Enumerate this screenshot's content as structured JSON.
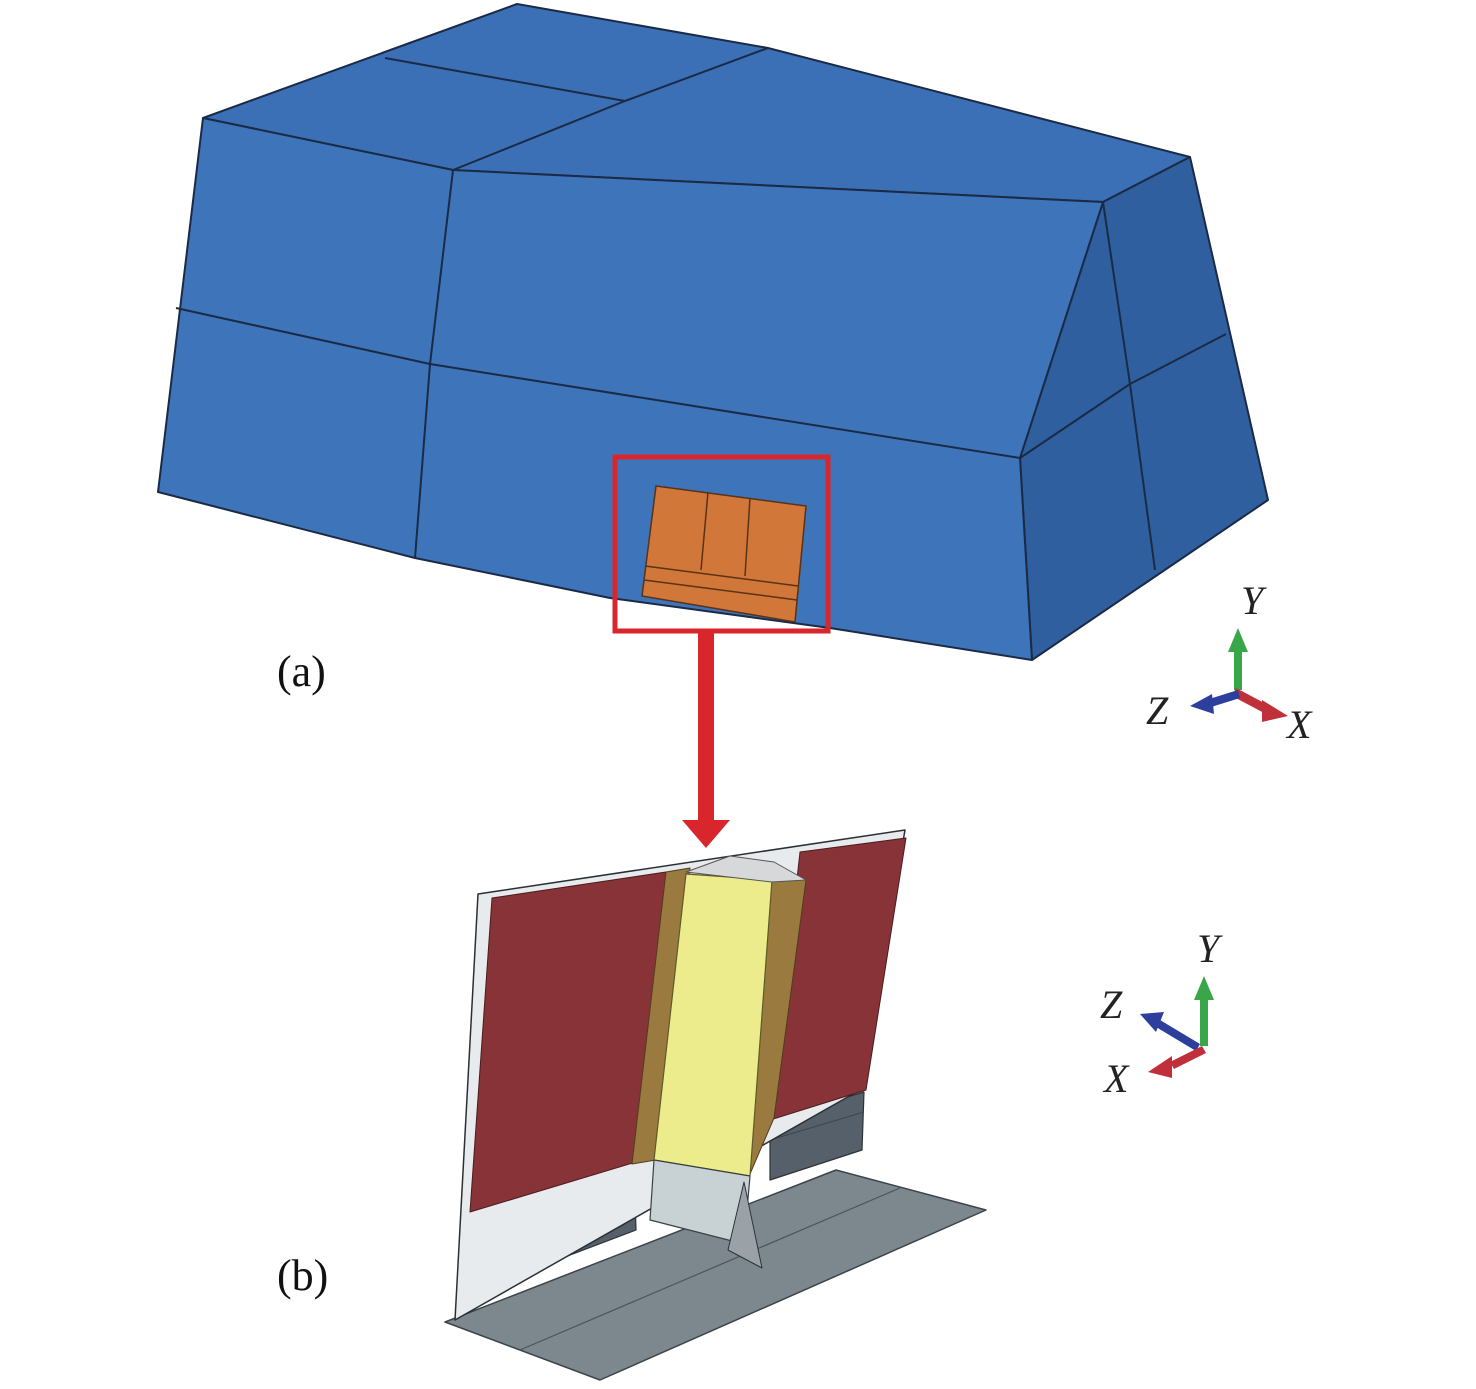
{
  "panels": [
    {
      "id": "a",
      "label": "(a)"
    },
    {
      "id": "b",
      "label": "(b)"
    }
  ],
  "triads": [
    {
      "id": "triad-a",
      "labels": {
        "x": "X",
        "y": "Y",
        "z": "Z"
      }
    },
    {
      "id": "triad-b",
      "labels": {
        "x": "X",
        "y": "Y",
        "z": "Z"
      }
    }
  ],
  "colors": {
    "block_front": "#3e74b9",
    "block_top": "#3b70b6",
    "block_side": "#2f5f9f",
    "edge_dark": "#1b2a45",
    "specimen_orange": "#d2773a",
    "highlight_red": "#d8262c",
    "panel_red": "#873338",
    "column_yellow": "#ecec8c",
    "flange_brown": "#9a7a3e",
    "base_grey": "#56606a",
    "floor_grey": "#7d878e",
    "axis_x": "#c0303a",
    "axis_y": "#3aa64a",
    "axis_z": "#2c3f9c"
  }
}
